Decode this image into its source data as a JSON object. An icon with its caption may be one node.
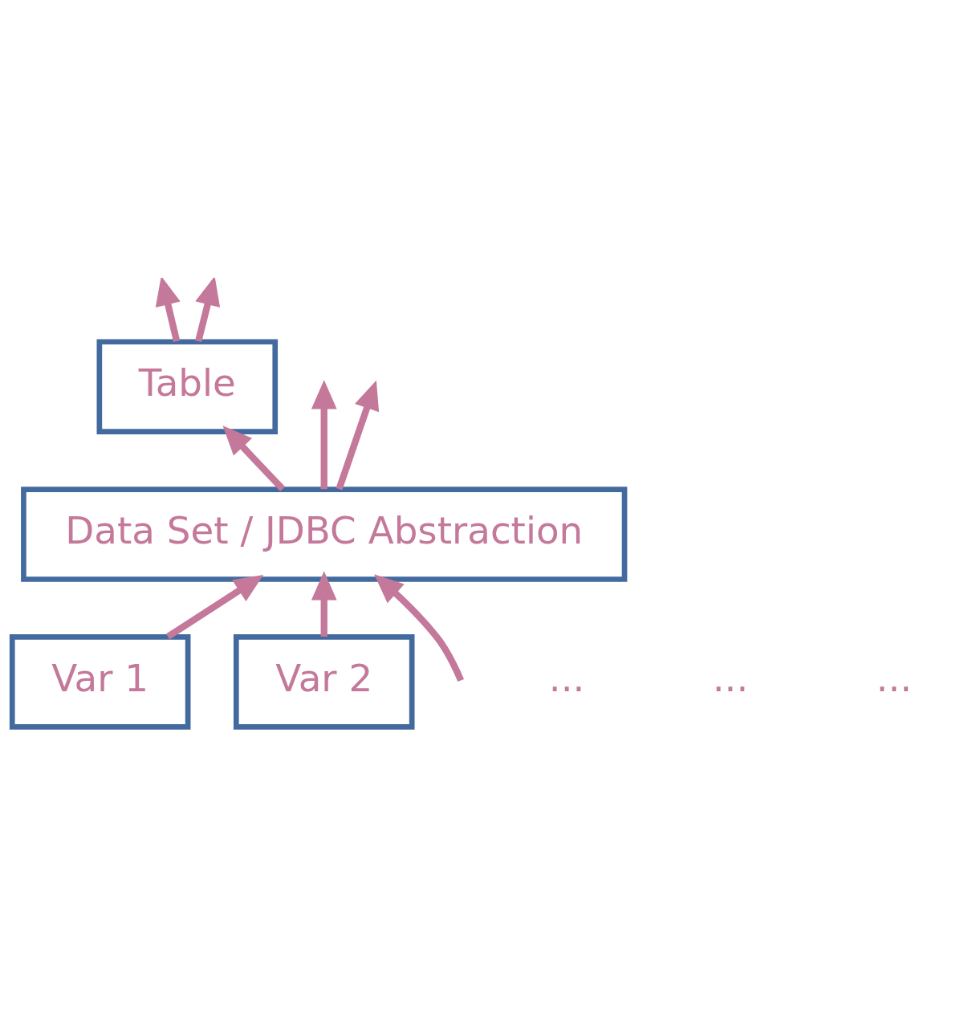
{
  "diagram": {
    "nodes": [
      {
        "text": [
          "Table"
        ]
      },
      {
        "text": [
          "Data Set / JDBC Abstraction"
        ]
      },
      {
        "text": [
          "Var 1"
        ]
      },
      {
        "text": [
          "Var 2"
        ]
      }
    ],
    "edges": [
      {
        "from": 2,
        "to": 1,
        "arrow": "to"
      },
      {
        "from": 3,
        "to": 1,
        "arrow": "to"
      },
      {
        "from": null,
        "to": 1,
        "arrow": "to"
      },
      {
        "from": 1,
        "to": 0,
        "arrow": "to"
      },
      {
        "from": 1,
        "to": null,
        "arrow": "to"
      },
      {
        "from": 1,
        "to": null,
        "arrow": "to"
      },
      {
        "from": 0,
        "to": null,
        "arrow": "to"
      },
      {
        "from": 0,
        "to": null,
        "arrow": "to"
      }
    ],
    "labels": [
      "...",
      "...",
      "..."
    ]
  }
}
